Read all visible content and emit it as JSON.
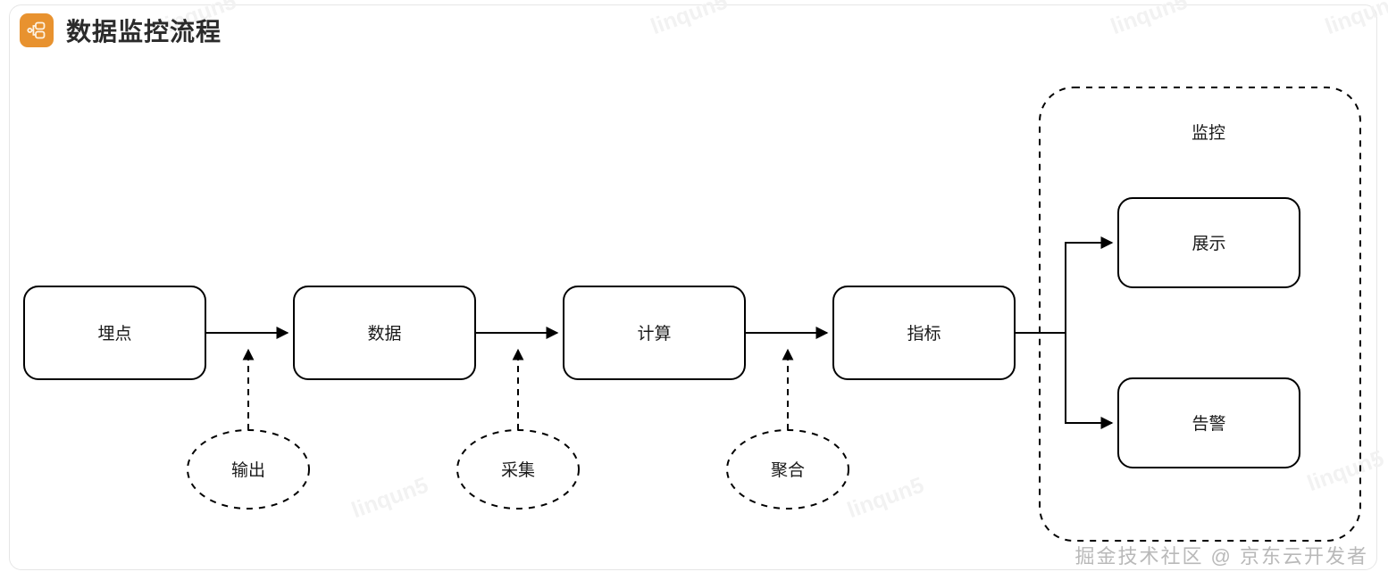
{
  "header": {
    "icon": "hierarchy-icon",
    "icon_color": "#e8922f",
    "title": "数据监控流程"
  },
  "diagram": {
    "type": "flowchart",
    "flow_nodes": [
      {
        "id": "burial",
        "label": "埋点"
      },
      {
        "id": "data",
        "label": "数据"
      },
      {
        "id": "compute",
        "label": "计算"
      },
      {
        "id": "metric",
        "label": "指标"
      }
    ],
    "annotation_nodes": [
      {
        "id": "output",
        "label": "输出"
      },
      {
        "id": "collect",
        "label": "采集"
      },
      {
        "id": "aggregate",
        "label": "聚合"
      }
    ],
    "group": {
      "id": "monitor",
      "label": "监控",
      "nodes": [
        {
          "id": "display",
          "label": "展示"
        },
        {
          "id": "alert",
          "label": "告警"
        }
      ]
    },
    "edges": [
      {
        "from": "burial",
        "to": "data",
        "style": "solid",
        "label": ""
      },
      {
        "from": "data",
        "to": "compute",
        "style": "solid",
        "label": ""
      },
      {
        "from": "compute",
        "to": "metric",
        "style": "solid",
        "label": ""
      },
      {
        "from": "output",
        "to": "burial-data-edge",
        "style": "dashed",
        "label": ""
      },
      {
        "from": "collect",
        "to": "data-compute-edge",
        "style": "dashed",
        "label": ""
      },
      {
        "from": "aggregate",
        "to": "compute-metric-edge",
        "style": "dashed",
        "label": ""
      },
      {
        "from": "metric",
        "to": "display",
        "style": "solid",
        "label": ""
      },
      {
        "from": "metric",
        "to": "alert",
        "style": "solid",
        "label": ""
      }
    ],
    "colors": {
      "stroke": "#000000",
      "fill": "#ffffff",
      "card_border": "#e6e6e6"
    }
  },
  "watermarks": {
    "diagonal_text": "linqun5",
    "bottom_right": "掘金技术社区 @ 京东云开发者"
  }
}
